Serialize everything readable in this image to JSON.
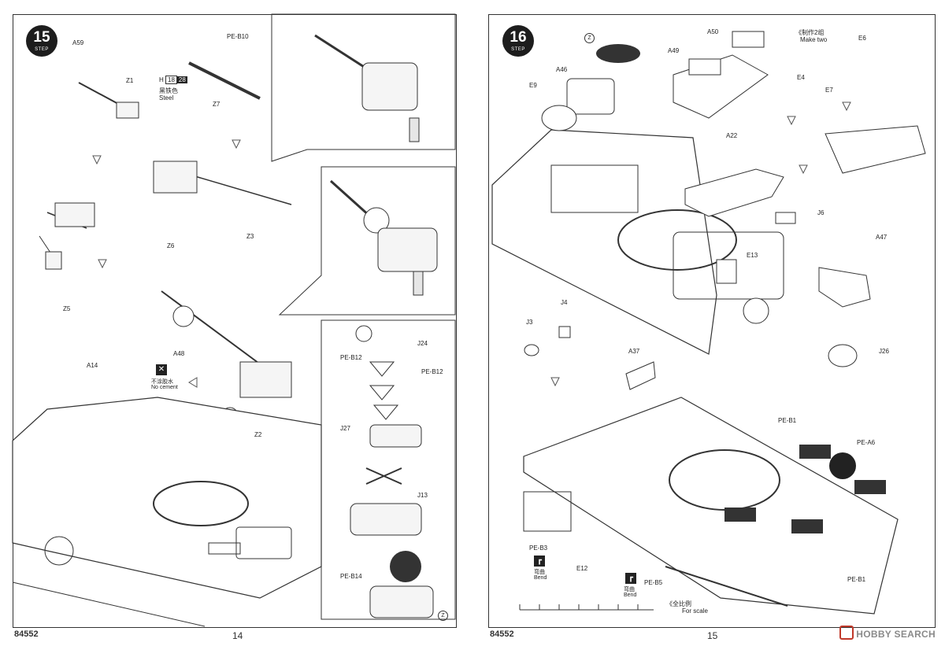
{
  "left_page": {
    "step_number": "15",
    "step_label": "STEP",
    "page_number": "14",
    "product_code": "84552",
    "labels": {
      "A59": "A59",
      "Z1": "Z1",
      "PE_B10": "PE-B10",
      "Z7": "Z7",
      "Z6": "Z6",
      "Z3": "Z3",
      "Z5": "Z5",
      "A48": "A48",
      "A14": "A14",
      "Z2": "Z2",
      "J24": "J24",
      "PE_B12_a": "PE-B12",
      "PE_B12_b": "PE-B12",
      "J27": "J27",
      "J13": "J13",
      "PE_B14": "PE-B14"
    },
    "paint": {
      "code": "H",
      "num1": "18",
      "num2": "28",
      "name_cn": "黑铁色",
      "name_en": "Steel"
    },
    "no_cement": {
      "cn": "不涂胶水",
      "en": "No cement"
    },
    "circle_letter": "Z"
  },
  "right_page": {
    "step_number": "16",
    "step_label": "STEP",
    "page_number": "15",
    "product_code": "84552",
    "make_two": {
      "cn": "《制作2组",
      "en": "Make two"
    },
    "labels": {
      "Z": "Z",
      "A50": "A50",
      "A49": "A49",
      "A46": "A46",
      "E9": "E9",
      "A22": "A22",
      "E6": "E6",
      "E4": "E4",
      "E7": "E7",
      "J6": "J6",
      "A47": "A47",
      "E13": "E13",
      "J4": "J4",
      "J3": "J3",
      "J26": "J26",
      "A37": "A37",
      "PE_B1_a": "PE-B1",
      "PE_A6": "PE-A6",
      "PE_B1_b": "PE-B1",
      "PE_B3": "PE-B3",
      "E12": "E12",
      "PE_B5": "PE-B5"
    },
    "bend_1": {
      "cn": "弯曲",
      "en": "Bend"
    },
    "bend_2": {
      "cn": "弯曲",
      "en": "Bend"
    },
    "scale": {
      "cn": "《全比例",
      "en": "For scale"
    }
  },
  "watermark": "HOBBY SEARCH",
  "colors": {
    "line": "#333333",
    "paper": "#ffffff",
    "badge": "#1d1d1d"
  }
}
